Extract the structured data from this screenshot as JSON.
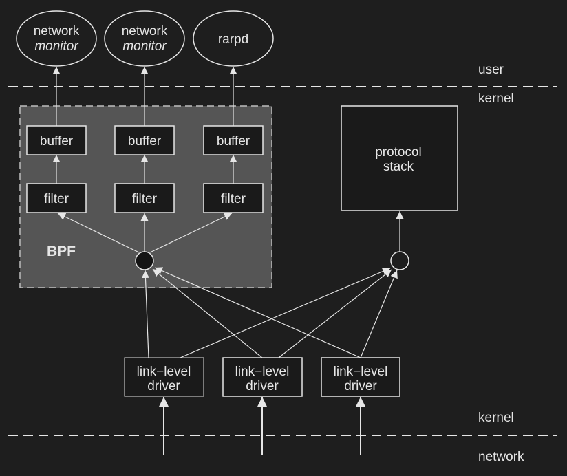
{
  "zones": {
    "user": "user",
    "kernel_top": "kernel",
    "kernel_bottom": "kernel",
    "network": "network"
  },
  "apps": [
    {
      "line1": "network",
      "line2": "monitor"
    },
    {
      "line1": "network",
      "line2": "monitor"
    },
    {
      "line1": "rarpd",
      "line2": ""
    }
  ],
  "bpf": {
    "label": "BPF",
    "buffers": [
      "buffer",
      "buffer",
      "buffer"
    ],
    "filters": [
      "filter",
      "filter",
      "filter"
    ]
  },
  "protocol_stack": {
    "line1": "protocol",
    "line2": "stack"
  },
  "drivers": [
    {
      "line1": "link−level",
      "line2": "driver"
    },
    {
      "line1": "link−level",
      "line2": "driver"
    },
    {
      "line1": "link−level",
      "line2": "driver"
    }
  ],
  "colors": {
    "background": "#1e1e1e",
    "bpf_region": "#555555",
    "stroke": "#e6e6e6",
    "box_fill": "#1a1a1a"
  }
}
